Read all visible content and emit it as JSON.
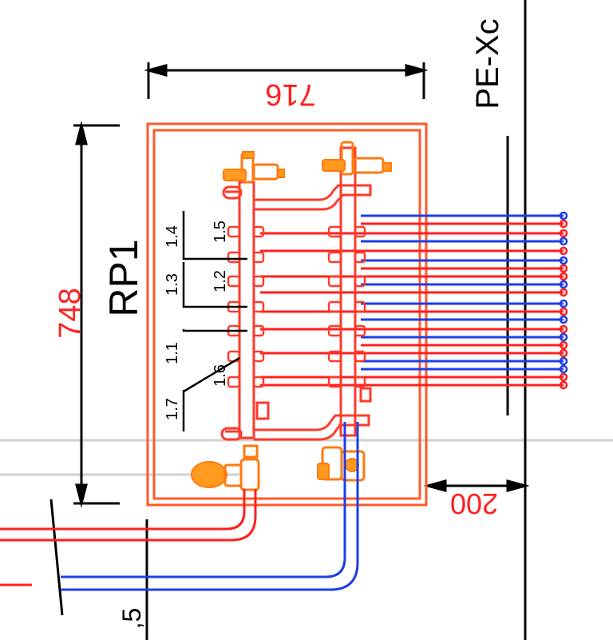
{
  "colors": {
    "background": "#ffffff",
    "line_black": "#000000",
    "pipe_red": "#ff1f1f",
    "pipe_blue": "#1e3ee8",
    "cabinet_orange": "#ff5a2a",
    "fitting_orange": "#ff9a1e",
    "guide_gray": "#cfcfcf"
  },
  "drawing": {
    "cabinet_id": "RP1",
    "pipe_material": "PE-Xc",
    "dim_width": "716",
    "dim_height": "748",
    "dim_offset": "200",
    "edge_fragment": ",5",
    "circuit_labels": [
      "1.4",
      "1.5",
      "1.3",
      "1.2",
      "1.1",
      "1.6",
      "1.7"
    ]
  }
}
